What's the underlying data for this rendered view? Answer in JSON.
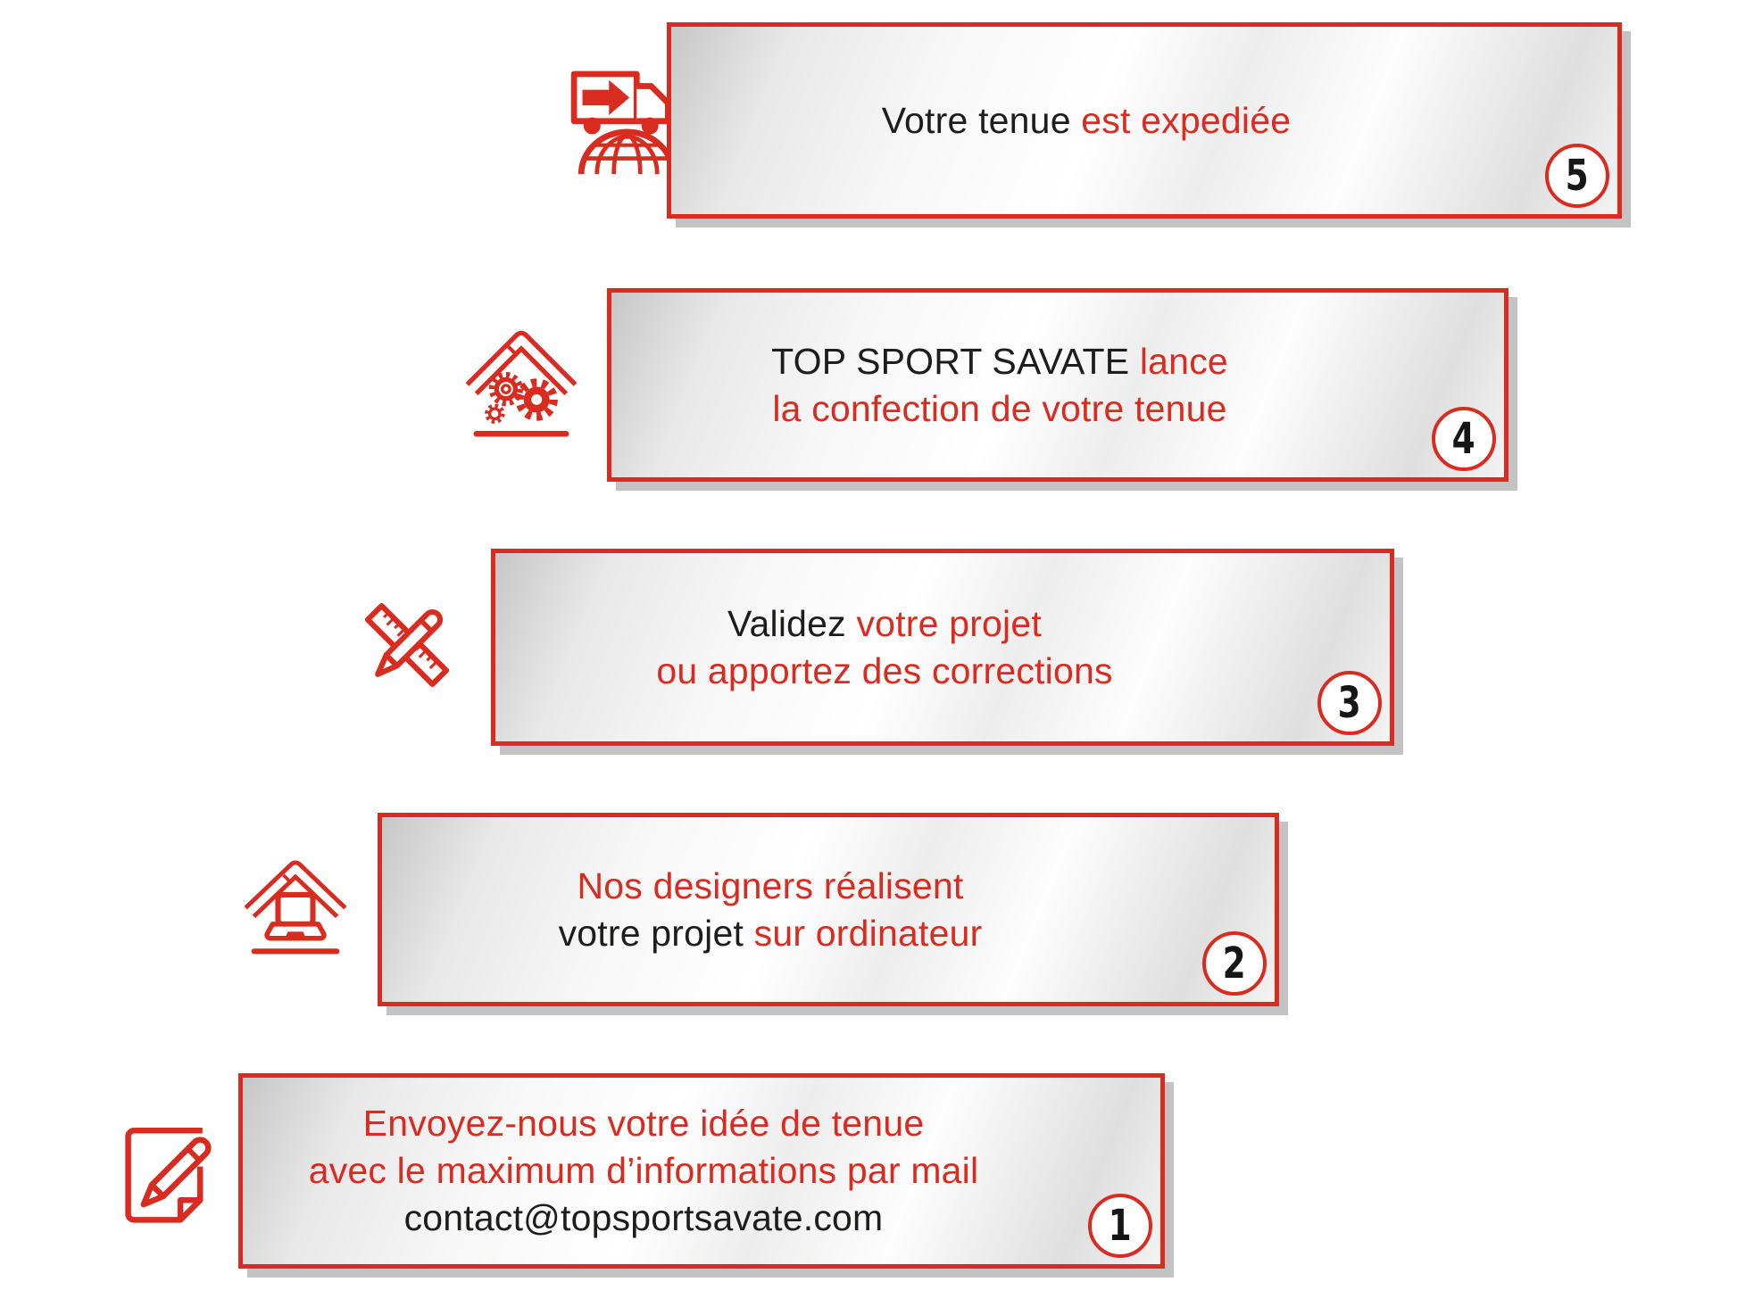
{
  "colors": {
    "red": "#d92b1f",
    "black": "#1d1d1b",
    "panel_shadow": "#c3c3c3"
  },
  "steps": [
    {
      "number": "1",
      "icon": "note-pencil-icon",
      "lines": [
        {
          "segments": [
            {
              "text": "Envoyez-nous votre idée de tenue",
              "color": "red"
            }
          ]
        },
        {
          "segments": [
            {
              "text": "avec le maximum d’informations par mail",
              "color": "red"
            }
          ]
        },
        {
          "segments": [
            {
              "text": "contact@topsportsavate.com",
              "color": "black"
            }
          ]
        }
      ]
    },
    {
      "number": "2",
      "icon": "roof-laptop-icon",
      "lines": [
        {
          "segments": [
            {
              "text": "Nos designers réalisent",
              "color": "red"
            }
          ]
        },
        {
          "segments": [
            {
              "text": "votre projet ",
              "color": "black"
            },
            {
              "text": "sur ordinateur",
              "color": "red"
            }
          ]
        }
      ]
    },
    {
      "number": "3",
      "icon": "ruler-pencil-icon",
      "lines": [
        {
          "segments": [
            {
              "text": "Validez ",
              "color": "black"
            },
            {
              "text": "votre projet",
              "color": "red"
            }
          ]
        },
        {
          "segments": [
            {
              "text": "ou apportez des corrections",
              "color": "red"
            }
          ]
        }
      ]
    },
    {
      "number": "4",
      "icon": "roof-gears-icon",
      "lines": [
        {
          "segments": [
            {
              "text": "TOP SPORT SAVATE ",
              "color": "black"
            },
            {
              "text": "lance",
              "color": "red"
            }
          ]
        },
        {
          "segments": [
            {
              "text": "la confection de votre tenue",
              "color": "red"
            }
          ]
        }
      ]
    },
    {
      "number": "5",
      "icon": "truck-globe-icon",
      "lines": [
        {
          "segments": [
            {
              "text": "Votre tenue ",
              "color": "black"
            },
            {
              "text": "est expediée",
              "color": "red"
            }
          ]
        }
      ]
    }
  ]
}
